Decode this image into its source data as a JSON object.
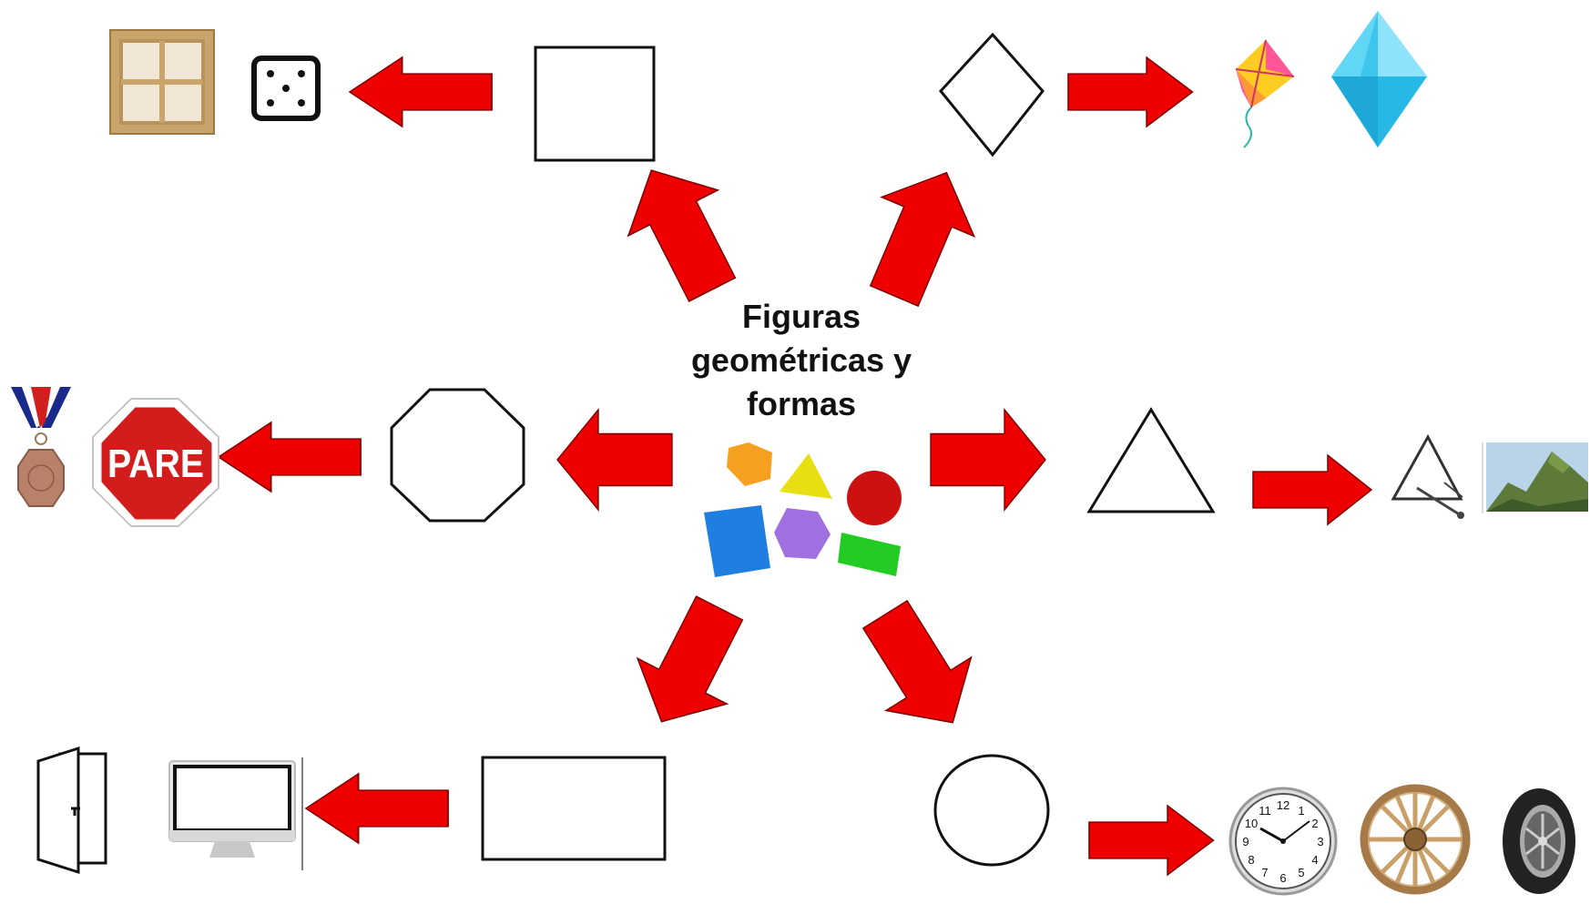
{
  "title": {
    "line1": "Figuras",
    "line2": "geométricas y",
    "line3": "formas"
  },
  "shapes": {
    "square": "square",
    "rhombus": "rhombus",
    "octagon": "octagon",
    "triangle": "triangle",
    "rectangle": "rectangle",
    "circle": "circle"
  },
  "examples": {
    "square": [
      "window",
      "die"
    ],
    "rhombus": [
      "kite",
      "crystal"
    ],
    "octagon": [
      "medal",
      "stop-sign"
    ],
    "triangle": [
      "triangle-instrument",
      "mountain"
    ],
    "rectangle": [
      "door",
      "monitor"
    ],
    "circle": [
      "clock",
      "wagon-wheel",
      "tire"
    ]
  },
  "stop_sign_text": "PARE",
  "clock_numbers": [
    "12",
    "1",
    "2",
    "3",
    "4",
    "5",
    "6",
    "7",
    "8",
    "9",
    "10",
    "11"
  ],
  "colors": {
    "arrow": "#ee0000",
    "arrow_stroke": "#7a0000",
    "pentagon": "#f5a020",
    "small_triangle": "#e8df10",
    "red_circle": "#cc1111",
    "blue_square": "#1e7fe0",
    "hexagon": "#a070e0",
    "green_rect": "#22cc22",
    "stop_sign": "#d31d1d"
  }
}
